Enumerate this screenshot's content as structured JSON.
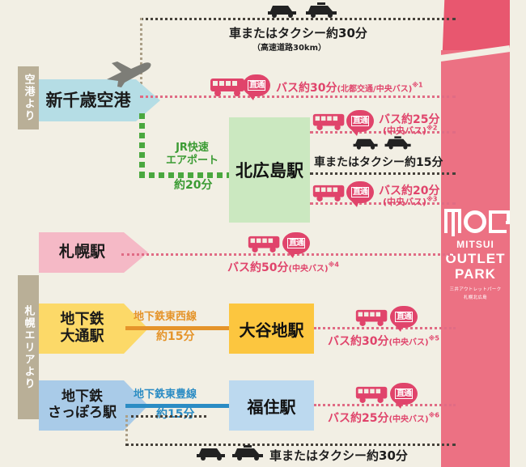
{
  "meta": {
    "bg_color": "#f2efe4",
    "accent_pink": "#e0446b",
    "accent_green": "#4aa83f"
  },
  "rails": {
    "airport": "空港より",
    "sapporo": "札幌エリアより"
  },
  "logo": {
    "glyph_text": "MOP",
    "mitsui": "MITSUI",
    "outlet": "OUTLET",
    "park": "PARK",
    "jp_line1": "三井アウトレットパーク",
    "jp_line2": "札幌北広島"
  },
  "nodes": {
    "airport": {
      "label": "新千歳空港",
      "color": "#b5dde5"
    },
    "kitahiroshima": {
      "label": "北広島駅",
      "color": "#cbe8c0"
    },
    "sapporo_stn": {
      "label": "札幌駅",
      "color": "#f5b9c6"
    },
    "odori": {
      "label": "地下鉄\n大通駅",
      "color": "#fcd968"
    },
    "oyachi": {
      "label": "大谷地駅",
      "color": "#fcc63f"
    },
    "sapporo_subway": {
      "label": "地下鉄\nさっぽろ駅",
      "color": "#a9cbe8"
    },
    "fukuzumi": {
      "label": "福住駅",
      "color": "#bcd9ef"
    }
  },
  "routes": {
    "top_car": {
      "main": "車またはタクシー約30分",
      "sub": "（高速道路30km）",
      "icons": [
        "car-icon",
        "taxi-icon"
      ]
    },
    "airport_bus": {
      "badge": "直通",
      "main": "バス約30分",
      "sub": "(北都交通/中央バス)",
      "note": "※1",
      "icon": "bus-icon"
    },
    "jr_rapid": {
      "line1": "JR快速",
      "line2": "エアポート",
      "time": "約20分"
    },
    "kita_bus_1": {
      "badge": "直通",
      "main": "バス約25分",
      "sub": "(中央バス)",
      "note": "※2",
      "icon": "bus-icon"
    },
    "kita_car": {
      "main": "車またはタクシー約15分",
      "icons": [
        "car-icon",
        "taxi-icon"
      ]
    },
    "kita_bus_2": {
      "badge": "直通",
      "main": "バス約20分",
      "sub": "(中央バス)",
      "note": "※3",
      "icon": "bus-icon"
    },
    "sapporo_bus": {
      "badge": "直通",
      "main": "バス約50分",
      "sub": "(中央バス)",
      "note": "※4",
      "icon": "bus-icon"
    },
    "tozai_line": {
      "name": "地下鉄東西線",
      "time": "約15分",
      "color": "#e5942a"
    },
    "oyachi_bus": {
      "badge": "直通",
      "main": "バス約30分",
      "sub": "(中央バス)",
      "note": "※5",
      "icon": "bus-icon"
    },
    "toho_line": {
      "name": "地下鉄東豊線",
      "time": "約15分",
      "color": "#2b8cc4"
    },
    "fukuzumi_bus": {
      "badge": "直通",
      "main": "バス約25分",
      "sub": "(中央バス)",
      "note": "※6",
      "icon": "bus-icon"
    },
    "bottom_car": {
      "main": "車またはタクシー約30分",
      "icons": [
        "car-icon",
        "taxi-icon"
      ]
    }
  }
}
